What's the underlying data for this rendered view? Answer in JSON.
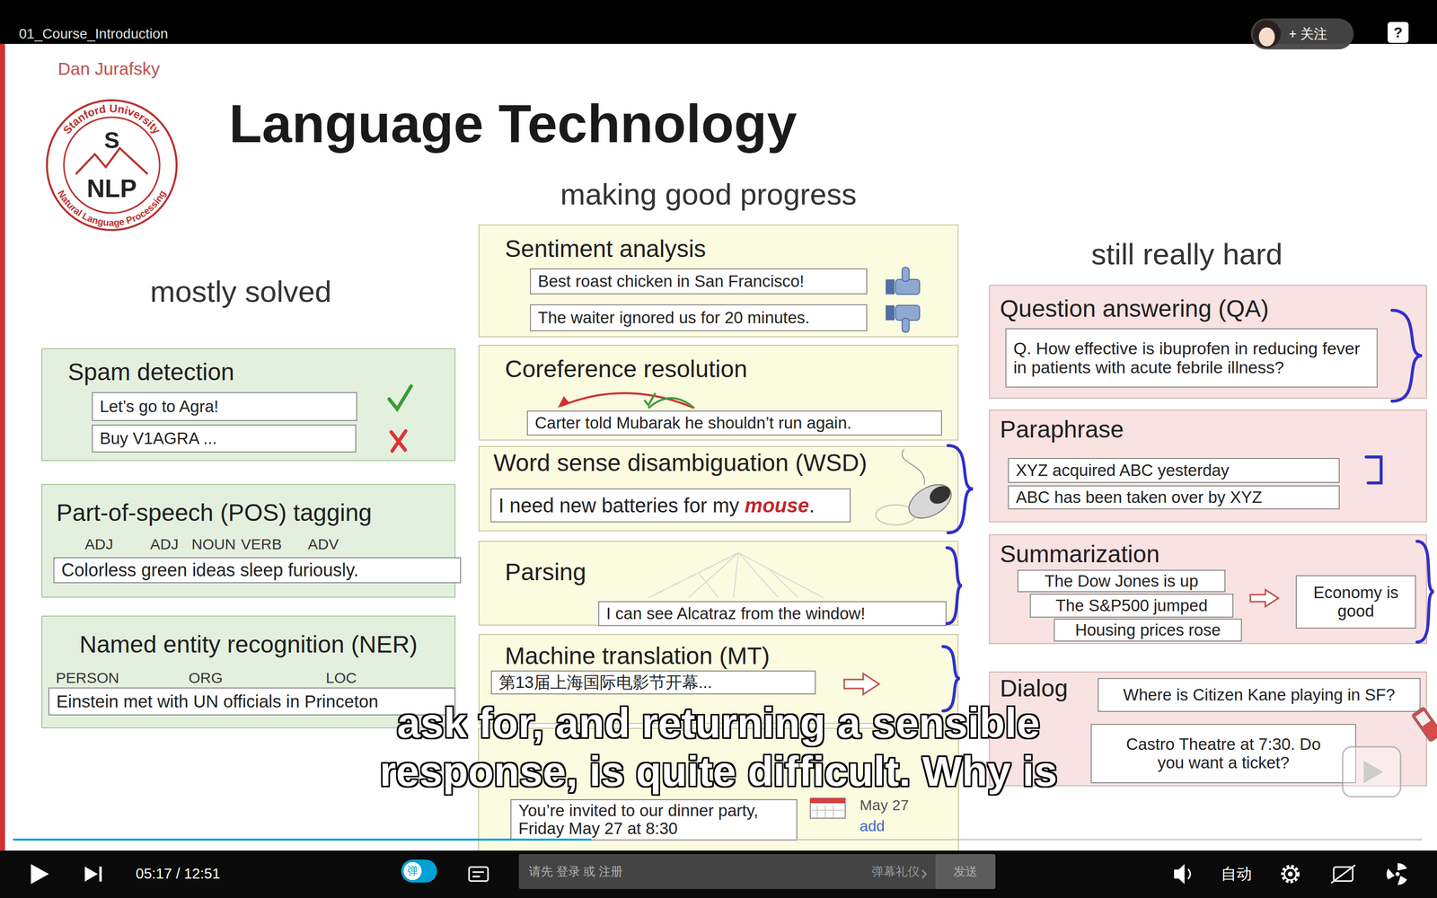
{
  "diagram": {
    "title": "Language Technology",
    "nodes": [
      {
        "text": [
          "+ 关注"
        ]
      },
      {
        "text": [
          "Stanford University",
          "S",
          "NLP",
          "Natural Language Processing"
        ]
      },
      {
        "text": [
          "Spam detection"
        ]
      },
      {
        "text": [
          "Let’s go to Agra!"
        ],
        "in": 2
      },
      {
        "text": [
          "Buy V1AGRA ..."
        ],
        "in": 2
      },
      {
        "text": [
          "Part-of-speech (POS) tagging"
        ]
      },
      {
        "text": [
          "Colorless green ideas sleep furiously."
        ],
        "in": 5
      },
      {
        "text": [
          "Named entity recognition (NER)"
        ]
      },
      {
        "text": [
          "Einstein met with UN officials in Princeton"
        ],
        "in": 7
      },
      {
        "text": [
          "Sentiment analysis"
        ]
      },
      {
        "text": [
          "Best roast chicken in San Francisco!"
        ],
        "in": 9
      },
      {
        "text": [
          "The waiter ignored us for 20 minutes."
        ],
        "in": 9
      },
      {
        "text": [
          "Coreference resolution"
        ]
      },
      {
        "text": [
          "Carter told Mubarak he shouldn’t run again."
        ],
        "in": 12
      },
      {
        "text": [
          "Word sense disambiguation (WSD)"
        ]
      },
      {
        "text": [
          "I need new batteries for my mouse."
        ],
        "in": 14
      },
      {
        "text": [
          "Parsing"
        ]
      },
      {
        "text": [
          "I can see Alcatraz from the window!"
        ],
        "in": 16
      },
      {
        "text": [
          "Machine translation (MT)"
        ]
      },
      {
        "text": [
          "第13届上海国际电影节开幕..."
        ],
        "in": 18
      },
      {
        "text": [
          "You’re invited to our dinner party, Friday May 27 at 8:30"
        ]
      },
      {
        "text": [
          "Question answering (QA)"
        ]
      },
      {
        "text": [
          "Q. How effective is ibuprofen in reducing fever in patients with acute febrile illness?"
        ],
        "in": 21
      },
      {
        "text": [
          "Paraphrase"
        ]
      },
      {
        "text": [
          "XYZ acquired ABC yesterday"
        ],
        "in": 23
      },
      {
        "text": [
          "ABC has been taken over by XYZ"
        ],
        "in": 23
      },
      {
        "text": [
          "Summarization"
        ]
      },
      {
        "text": [
          "The Dow Jones is up"
        ],
        "in": 26
      },
      {
        "text": [
          "The S&P500 jumped"
        ],
        "in": 26
      },
      {
        "text": [
          "Housing prices rose"
        ],
        "in": 26
      },
      {
        "text": [
          "Economy is good"
        ],
        "in": 26
      },
      {
        "text": [
          "Dialog"
        ]
      },
      {
        "text": [
          "Where is Citizen Kane playing in SF?"
        ],
        "in": 31
      },
      {
        "text": [
          "Castro Theatre at 7:30. Do you want a ticket?"
        ],
        "in": 31
      },
      {
        "text": [
          "弹"
        ]
      },
      {
        "text": [
          "请先 登录 或 注册",
          "弹幕礼仪"
        ]
      },
      {
        "text": [
          "发送"
        ],
        "in": 35
      }
    ],
    "labels": [
      "01_Course_Introduction",
      "?",
      "Dan Jurafsky",
      "mostly solved",
      "making good progress",
      "still really hard",
      "ADJ",
      "ADJ",
      "NOUN",
      "VERB",
      "ADV",
      "PERSON",
      "ORG",
      "LOC",
      "May 27",
      "add",
      "ask for, and returning a sensible response, is quite difficult. Why is",
      "05:17 / 12:51",
      "自动"
    ]
  }
}
